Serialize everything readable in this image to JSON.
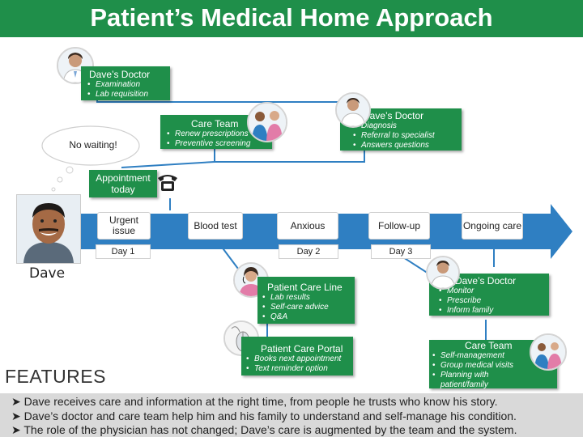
{
  "title": "Patient’s Medical Home Approach",
  "colors": {
    "green": "#1f8f4a",
    "arrow": "#2f7fc2",
    "bar": "#d9d9d9"
  },
  "boxes": {
    "doctor1": {
      "header": "Dave’s Doctor",
      "items": [
        "Examination",
        "Lab requisition"
      ]
    },
    "care_team1": {
      "header": "Care Team",
      "items": [
        "Renew prescriptions",
        "Preventive screening"
      ]
    },
    "doctor2": {
      "header": "Dave’s Doctor",
      "items": [
        "Diagnosis",
        "Referral to specialist",
        "Answers questions"
      ]
    },
    "appointment": "Appointment today",
    "pcl": {
      "header": "Patient Care Line",
      "items": [
        "Lab results",
        "Self-care advice",
        "Q&A"
      ]
    },
    "pcp": {
      "header": "Patient Care Portal",
      "items": [
        "Books next appointment",
        "Text reminder option"
      ]
    },
    "doctor3": {
      "header": "Dave’s Doctor",
      "items": [
        "Monitor",
        "Prescribe",
        "Inform family"
      ]
    },
    "care_team2": {
      "header": "Care Team",
      "items": [
        "Self-management",
        "Group medical visits",
        "Planning with patient/family"
      ]
    }
  },
  "bubble": "No waiting!",
  "timeline": [
    "Urgent issue",
    "Blood test",
    "Anxious",
    "Follow-up",
    "Ongoing care"
  ],
  "days": [
    "Day 1",
    "Day 2",
    "Day 3"
  ],
  "patient_name": "Dave",
  "features_label": "FEATURES",
  "features": [
    "Dave receives care and information at the right time, from people he trusts who know his story.",
    "Dave’s doctor and care team help him and his family to understand and self-manage his condition.",
    "The role of the physician has not changed; Dave’s care is augmented by the team and the system."
  ]
}
